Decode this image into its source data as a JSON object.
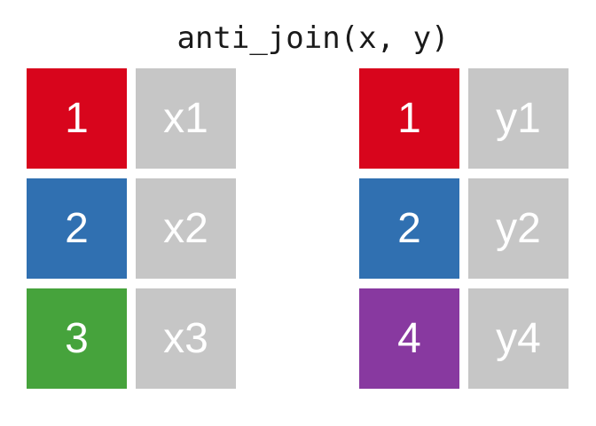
{
  "title": "anti_join(x, y)",
  "colors": {
    "red": "#D8051C",
    "blue": "#3070B1",
    "green": "#46A33C",
    "purple": "#8839A0",
    "gray": "#C6C6C6",
    "title_text": "#1A1A1A",
    "cell_text": "#FFFFFF"
  },
  "tables": [
    {
      "side": "left",
      "rows": [
        {
          "key": "1",
          "key_color": "red",
          "value": "x1"
        },
        {
          "key": "2",
          "key_color": "blue",
          "value": "x2"
        },
        {
          "key": "3",
          "key_color": "green",
          "value": "x3"
        }
      ]
    },
    {
      "side": "right",
      "rows": [
        {
          "key": "1",
          "key_color": "red",
          "value": "y1"
        },
        {
          "key": "2",
          "key_color": "blue",
          "value": "y2"
        },
        {
          "key": "4",
          "key_color": "purple",
          "value": "y4"
        }
      ]
    }
  ]
}
